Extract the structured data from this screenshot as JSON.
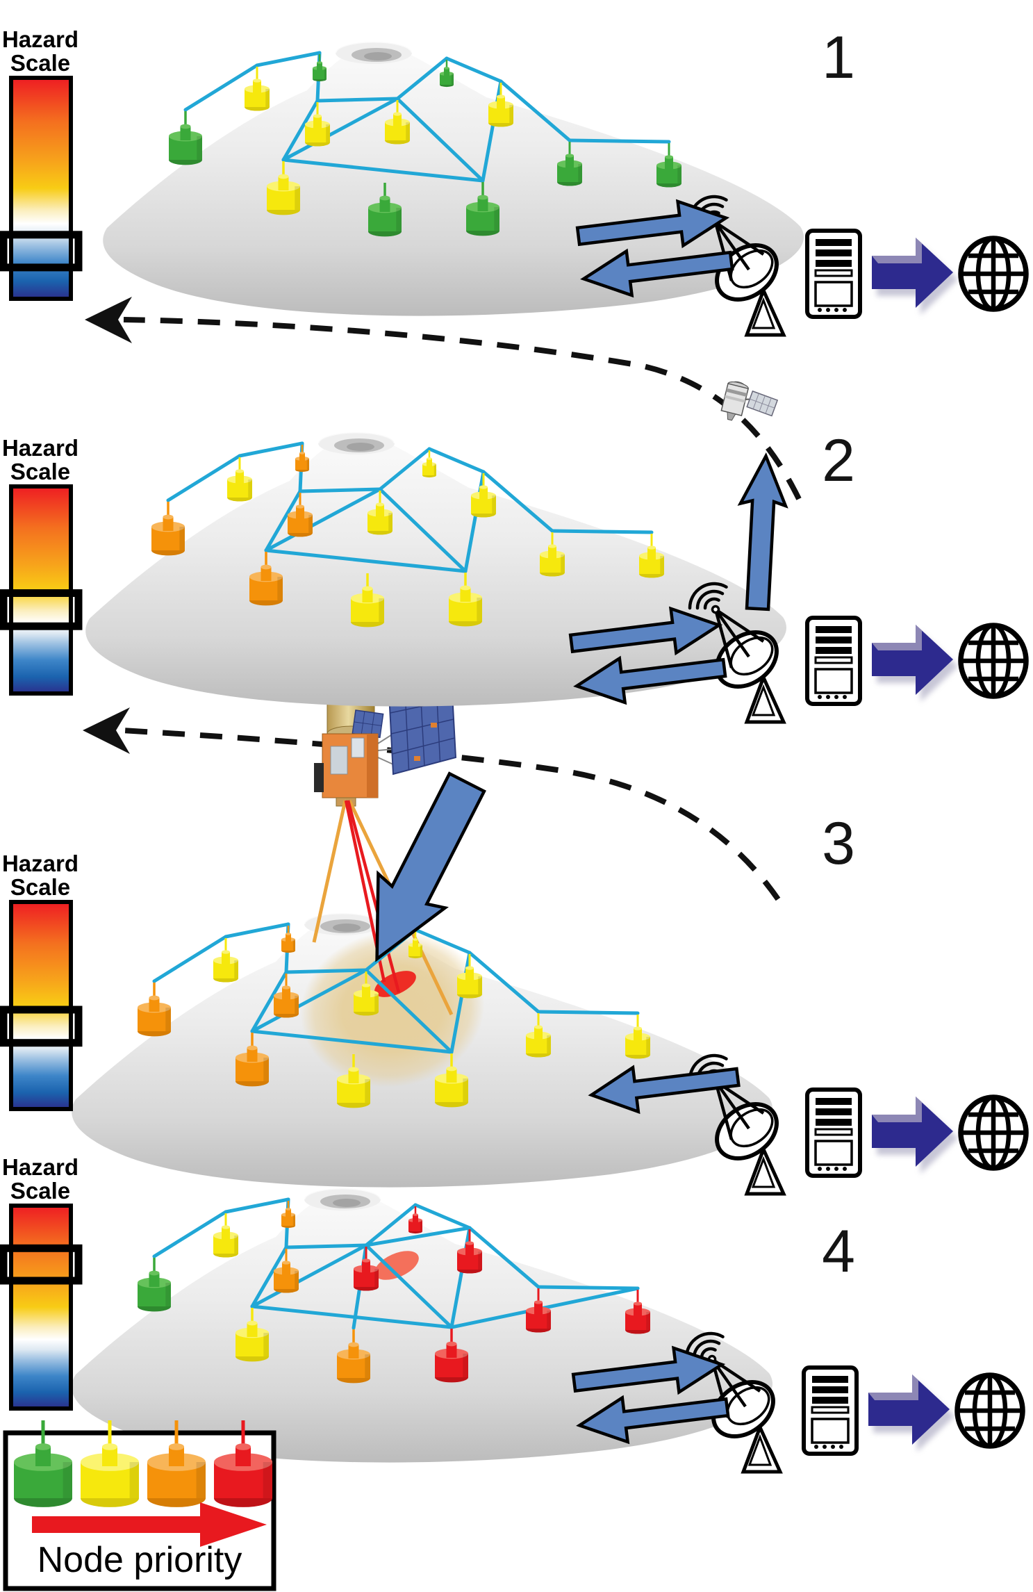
{
  "figure": {
    "title_labels": {
      "hazard_line1": "Hazard",
      "hazard_line2": "Scale"
    },
    "legend": {
      "label": "Node priority",
      "node_order": [
        "green",
        "yellow",
        "orange",
        "red"
      ]
    },
    "panels": [
      {
        "number": "1",
        "hazard_indicator": {
          "top_frac": 0.71,
          "height_frac": 0.148
        },
        "node_colors": [
          "green",
          "green",
          "yellow",
          "green",
          "yellow",
          "yellow",
          "yellow",
          "yellow",
          "green",
          "green",
          "green",
          "green"
        ]
      },
      {
        "number": "2",
        "hazard_indicator": {
          "top_frac": 0.515,
          "height_frac": 0.16
        },
        "node_colors": [
          "orange",
          "yellow",
          "yellow",
          "orange",
          "orange",
          "yellow",
          "yellow",
          "orange",
          "yellow",
          "yellow",
          "yellow",
          "yellow"
        ]
      },
      {
        "number": "3",
        "hazard_indicator": {
          "top_frac": 0.52,
          "height_frac": 0.16
        },
        "node_colors": [
          "orange",
          "yellow",
          "yellow",
          "orange",
          "orange",
          "yellow",
          "yellow",
          "orange",
          "yellow",
          "yellow",
          "yellow",
          "yellow"
        ]
      },
      {
        "number": "4",
        "hazard_indicator": {
          "top_frac": 0.21,
          "height_frac": 0.16
        },
        "node_colors": [
          "orange",
          "red",
          "yellow",
          "green",
          "orange",
          "red",
          "red",
          "yellow",
          "orange",
          "red",
          "red",
          "red"
        ]
      }
    ],
    "colors": {
      "nodes": {
        "green": {
          "main": "#3aa93a",
          "light": "#66c25b",
          "dark": "#2e8a2f"
        },
        "yellow": {
          "main": "#f6e80d",
          "light": "#fbf470",
          "dark": "#d8ca0a"
        },
        "orange": {
          "main": "#f5920a",
          "light": "#f8b558",
          "dark": "#d67d05"
        },
        "red": {
          "main": "#e8191f",
          "light": "#f2645e",
          "dark": "#bf1217"
        }
      },
      "link": "#21a7d6",
      "uplink_arrow": "#5b84c2",
      "internet_arrow": "#2d2a8e",
      "legend_arrow": "#e8191f",
      "satellite_beam_survey": "#eaa43c",
      "satellite_beam_alert": "#e81a1f",
      "hazard_area": "#e5cd96",
      "alert_area": "#ee2d24",
      "alert_area_diffuse": "#f4705b",
      "hazard_gradient": [
        "#ee1c23",
        "#f4701f",
        "#f7a41b",
        "#f8cc15",
        "#fbeebe",
        "#ffffff",
        "#dde8f2",
        "#9cc0e2",
        "#3d85c8",
        "#1b63ae",
        "#2b2e8c"
      ]
    }
  }
}
